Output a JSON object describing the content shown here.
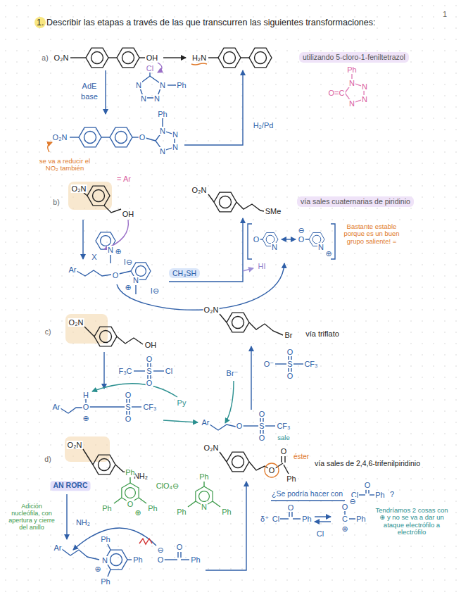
{
  "diagram": {
    "title": "1. Describir las etapas a través de las que transcurren las siguientes transformaciones:",
    "nodes": [
      {
        "text": [
          "utilizando 5-cloro-1-feniltetrazol"
        ]
      },
      {
        "text": [
          "vía sales cuaternarias de piridinio"
        ]
      },
      {
        "text": [
          "CH₃SH"
        ]
      }
    ],
    "labels": [
      "1",
      "a)",
      "O₂N",
      "OH",
      "H₂N",
      "AdE",
      "base",
      "Cl",
      "N",
      "N",
      "Ph",
      "N",
      "N",
      "O₂N",
      "O",
      "N",
      "Ph",
      "N",
      "N",
      "N",
      "se va a reducir el NO₂ también",
      "H₂/Pd",
      "O=C",
      "N",
      "Ph",
      "N",
      "N",
      "N",
      "b)",
      "O₂N",
      "= Ar",
      "OH",
      "X",
      "N",
      "⊕",
      "I⊖",
      "Ar",
      "O",
      "N",
      "⊕",
      "I⊖",
      "O₂N",
      "SMe",
      "HI",
      "O",
      "N",
      "O",
      "⊖",
      "N",
      "⊕",
      "Bastante estable porque es un buen grupo saliente! =",
      "c)",
      "O₂N",
      "OH",
      "F₃C",
      "S",
      "O",
      "O",
      "Cl",
      "O₂N",
      "Br",
      "vía triflato",
      "Ar",
      "H",
      "O",
      "⊕",
      "S",
      "O",
      "O",
      "CF₃",
      "Py",
      "Br⁻",
      "O⁻",
      "S",
      "O",
      "O",
      "CF₃",
      "Ar",
      "O",
      "S",
      "O",
      "O",
      "CF₃",
      "sale",
      "d)",
      "O₂N",
      "NH₂",
      "O₂N",
      "O",
      "O",
      "Ph",
      "éster",
      "vía sales de 2,4,6-trifenilpiridinio",
      "AN RORC",
      "Adición nucleófila, con apertura y cierre del anillo",
      "NH₂",
      "Ph",
      "O",
      "⊕",
      "Ph",
      "Ph",
      "ClO₄⊖",
      "Ph",
      "N",
      "Ph",
      "Ph",
      "Ar",
      "N",
      "⊕",
      "Ph",
      "Ph",
      "Ph",
      "⊖",
      "O",
      "O",
      "Ph",
      "¿Se podría hacer con",
      "Cl",
      "O",
      "Ph",
      "?",
      "δ⁺",
      "Cl",
      "O",
      "Ph",
      "Cl",
      "O",
      "⊖",
      "C",
      "⊕",
      "Ph",
      "Tendríamos 2 cosas con ⊕ y no se va a dar un ataque electrófilo a electrófilo"
    ]
  }
}
